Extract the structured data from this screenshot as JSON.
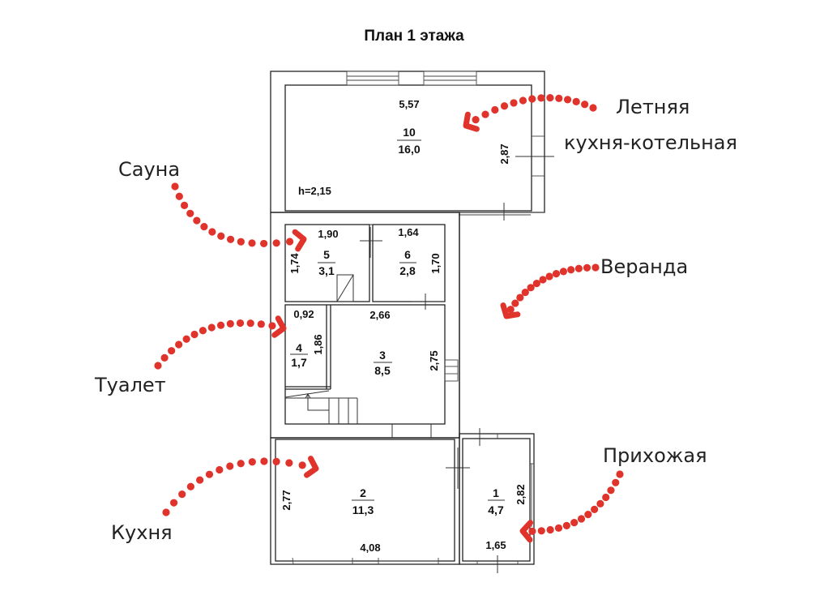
{
  "title": "План 1 этажа",
  "accent_color": "#e0332b",
  "rooms": [
    {
      "number": "1",
      "area": "4,7",
      "dims": [
        "1,65",
        "2,82"
      ]
    },
    {
      "number": "2",
      "area": "11,3",
      "dims": [
        "4,08",
        "2,77"
      ]
    },
    {
      "number": "3",
      "area": "8,5",
      "dims": [
        "2,66",
        "2,75"
      ]
    },
    {
      "number": "4",
      "area": "1,7",
      "dims": [
        "0,92",
        "1,86"
      ]
    },
    {
      "number": "5",
      "area": "3,1",
      "dims": [
        "1,90",
        "1,74"
      ]
    },
    {
      "number": "6",
      "area": "2,8",
      "dims": [
        "1,64",
        "1,70"
      ]
    },
    {
      "number": "10",
      "area": "16,0",
      "dims": [
        "5,57",
        "2,87"
      ],
      "height": "h=2,15"
    }
  ],
  "labels": {
    "summer_kitchen_line1": "Летняя",
    "summer_kitchen_line2": "кухня-котельная",
    "sauna": "Сауна",
    "veranda": "Веранда",
    "toilet": "Туалет",
    "kitchen": "Кухня",
    "hallway": "Прихожая"
  },
  "arrows": [
    {
      "name": "arrow-summer-kitchen",
      "icon": "dotted-arrow-icon"
    },
    {
      "name": "arrow-sauna",
      "icon": "dotted-arrow-icon"
    },
    {
      "name": "arrow-veranda",
      "icon": "dotted-arrow-icon"
    },
    {
      "name": "arrow-toilet",
      "icon": "dotted-arrow-icon"
    },
    {
      "name": "arrow-kitchen",
      "icon": "dotted-arrow-icon"
    },
    {
      "name": "arrow-hallway",
      "icon": "dotted-arrow-icon"
    }
  ]
}
